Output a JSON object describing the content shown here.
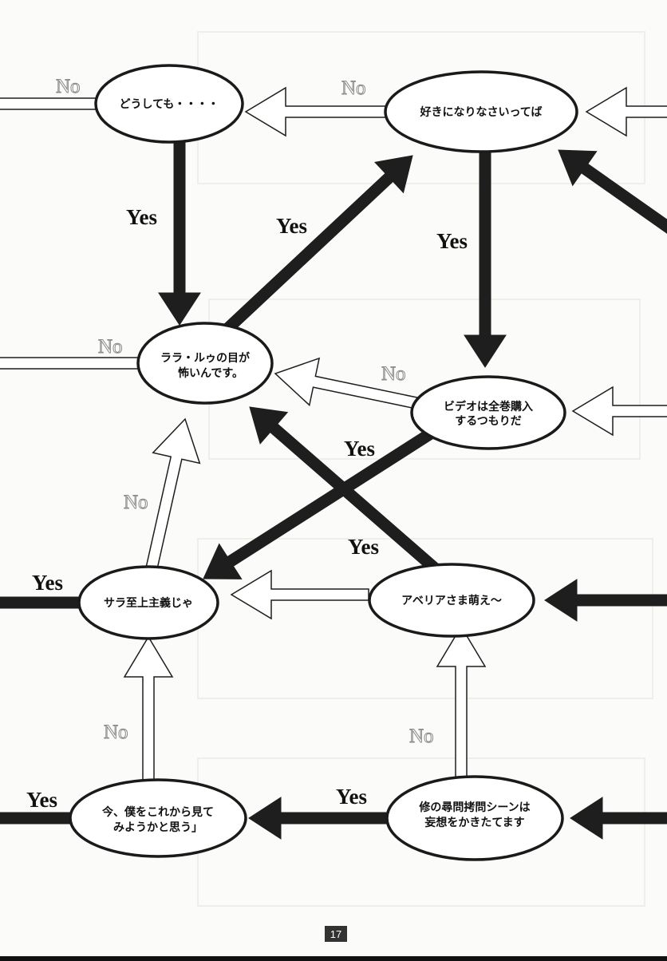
{
  "nodes": [
    {
      "id": "dou-shitemo",
      "lines": [
        "どうしても・・・・"
      ]
    },
    {
      "id": "suki-ni-narinasai",
      "lines": [
        "好きになりなさいってば"
      ]
    },
    {
      "id": "lala-ru",
      "lines": [
        "ララ・ルゥの目が",
        "　怖いんです。"
      ]
    },
    {
      "id": "video",
      "lines": [
        "ビデオは全巻購入",
        "するつもりだ"
      ]
    },
    {
      "id": "sara",
      "lines": [
        "サラ至上主義じゃ"
      ]
    },
    {
      "id": "abelia",
      "lines": [
        "アベリアさま萌え～"
      ]
    },
    {
      "id": "ima-boku",
      "lines": [
        "今、僕をこれから見て",
        "みようかと思う」"
      ]
    },
    {
      "id": "osamu",
      "lines": [
        "修の尋問拷問シーンは",
        "妄想をかきたてます"
      ]
    }
  ],
  "labels": {
    "yes": "Yes",
    "no": "No"
  },
  "page_number": "17"
}
